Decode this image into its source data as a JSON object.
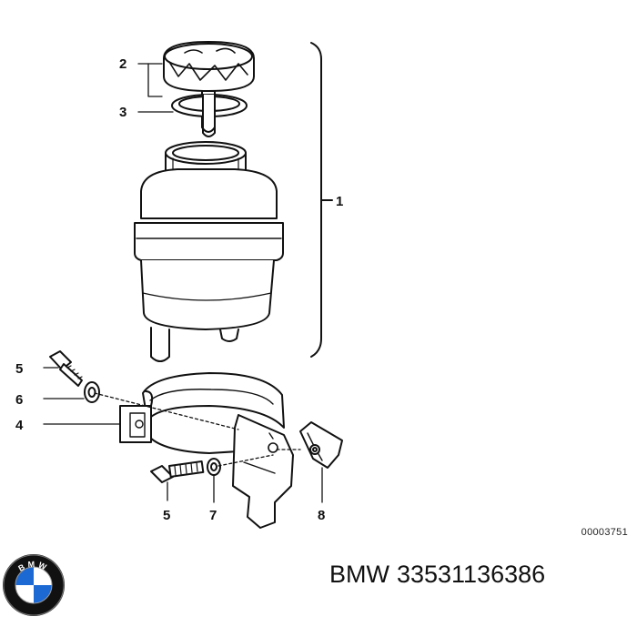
{
  "callouts": {
    "c1": "1",
    "c2": "2",
    "c3": "3",
    "c4": "4",
    "c5_top": "5",
    "c5_bottom": "5",
    "c6": "6",
    "c7": "7",
    "c8": "8"
  },
  "diagram_reference": "00003751",
  "caption": {
    "brand": "BMW",
    "part_number": "33531136386"
  },
  "logo": {
    "icon": "bmw-roundel-icon",
    "letters": "BMW",
    "colors": {
      "blue": "#1c69d4",
      "white": "#ffffff",
      "ring": "#111111"
    }
  }
}
